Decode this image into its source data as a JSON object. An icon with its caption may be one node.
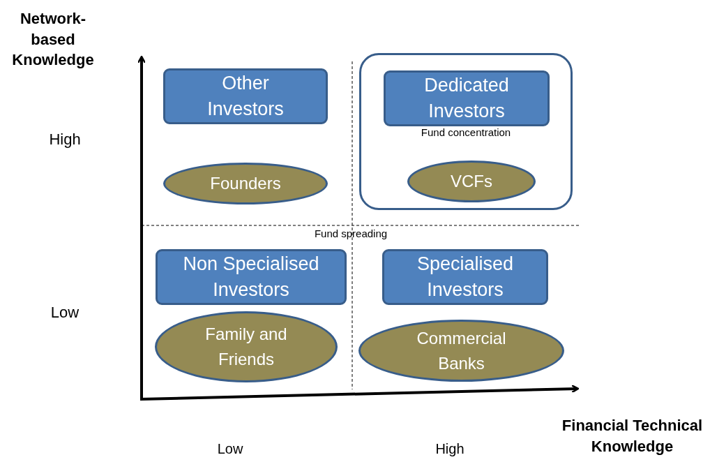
{
  "diagram": {
    "nodes": [
      {
        "text": [
          "Other Investors"
        ]
      },
      {
        "text": [
          "Founders"
        ]
      },
      {
        "text": [
          "Fund concentration"
        ]
      },
      {
        "text": [
          "Dedicated Investors"
        ],
        "in": 2
      },
      {
        "text": [
          "VCFs"
        ],
        "in": 2
      },
      {
        "text": [
          "Non Specialised Investors"
        ]
      },
      {
        "text": [
          "Family and Friends"
        ]
      },
      {
        "text": [
          "Specialised Investors"
        ]
      },
      {
        "text": [
          "Commercial Banks"
        ]
      }
    ],
    "edges": [],
    "labels": [
      "Network-based Knowledge",
      "High",
      "Low",
      "Fund spreading",
      "Financial Technical Knowledge",
      "Low",
      "High"
    ]
  }
}
